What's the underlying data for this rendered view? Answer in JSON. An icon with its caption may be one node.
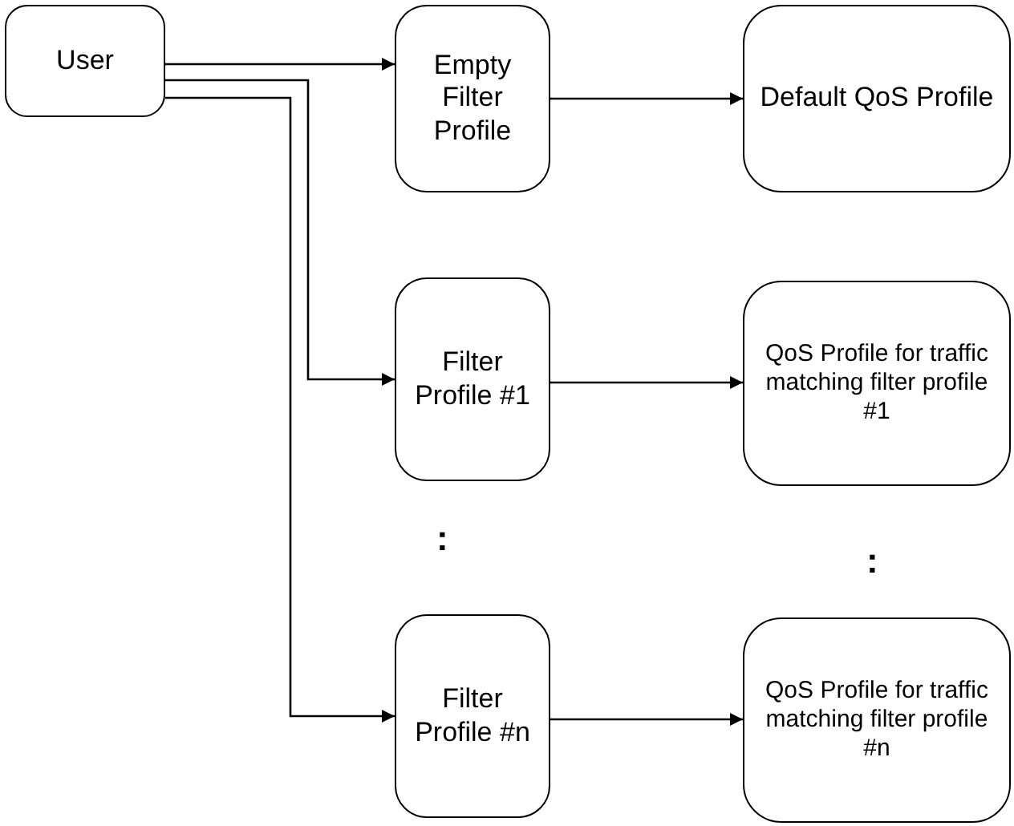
{
  "diagram": {
    "nodes": [
      {
        "text": [
          "User"
        ]
      },
      {
        "text": [
          "Empty Filter Profile"
        ]
      },
      {
        "text": [
          "Default QoS Profile"
        ]
      },
      {
        "text": [
          "Filter Profile #1"
        ]
      },
      {
        "text": [
          "QoS Profile for traffic matching filter profile #1"
        ]
      },
      {
        "text": [
          "Filter Profile #n"
        ]
      },
      {
        "text": [
          "QoS Profile for traffic matching filter profile #n"
        ]
      }
    ],
    "edges": [
      {
        "from": 0,
        "to": 1,
        "arrow": "to"
      },
      {
        "from": 1,
        "to": 2,
        "arrow": "to"
      },
      {
        "from": 0,
        "to": 3,
        "arrow": "to"
      },
      {
        "from": 3,
        "to": 4,
        "arrow": "to"
      },
      {
        "from": 0,
        "to": 5,
        "arrow": "to"
      },
      {
        "from": 5,
        "to": 6,
        "arrow": "to"
      }
    ],
    "labels": [
      ":",
      ":"
    ]
  }
}
